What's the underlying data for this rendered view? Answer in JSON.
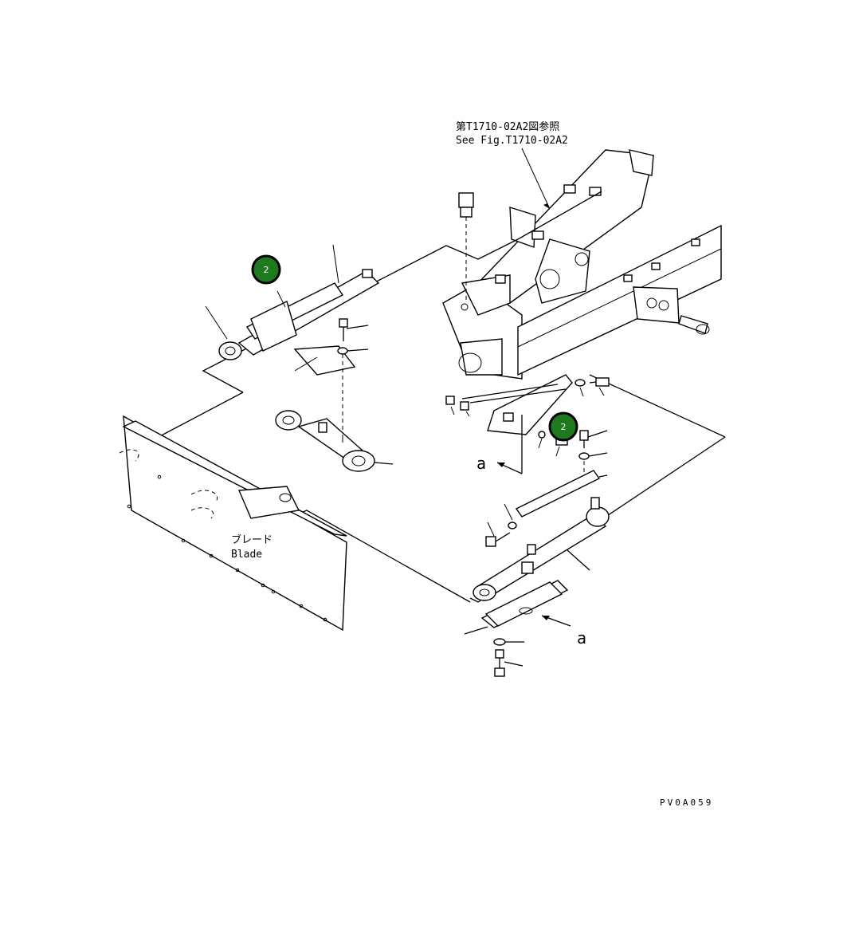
{
  "reference": {
    "jp": "第T1710-02A2図参照",
    "en": "See Fig.T1710-02A2"
  },
  "blade": {
    "jp": "ブレード",
    "en": "Blade"
  },
  "view_markers": [
    "a",
    "a"
  ],
  "callouts": [
    {
      "label": "2",
      "color": "#1e7a1e"
    },
    {
      "label": "2",
      "color": "#1e7a1e"
    }
  ],
  "figure_code": "PV0A059"
}
